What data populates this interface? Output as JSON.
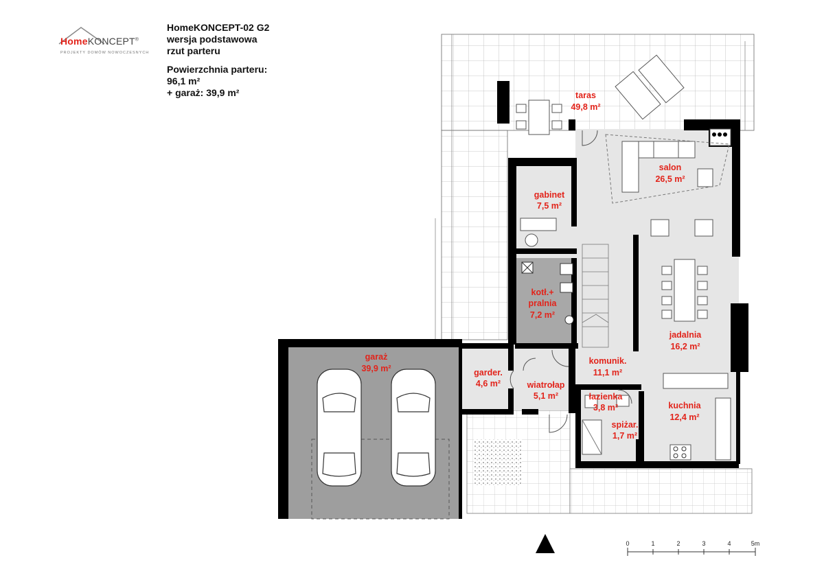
{
  "brand": {
    "home": "Home",
    "koncept": "KONCEPT",
    "registered": "®",
    "tagline": "PROJEKTY DOMÓW NOWOCZESNYCH"
  },
  "header": {
    "project": "HomeKONCEPT-02 G2",
    "version": "wersja podstawowa",
    "view": "rzut parteru",
    "area_label": "Powierzchnia parteru:",
    "area_value": "96,1 m²",
    "garage_area": "+ garaż: 39,9 m²"
  },
  "rooms": {
    "taras": {
      "name": "taras",
      "area": "49,8 m²"
    },
    "salon": {
      "name": "salon",
      "area": "26,5 m²"
    },
    "gabinet": {
      "name": "gabinet",
      "area": "7,5 m²"
    },
    "kotl": {
      "name": "kotł.+",
      "name2": "pralnia",
      "area": "7,2 m²"
    },
    "jadalnia": {
      "name": "jadalnia",
      "area": "16,2 m²"
    },
    "garaz": {
      "name": "garaż",
      "area": "39,9 m²"
    },
    "garder": {
      "name": "garder.",
      "area": "4,6 m²"
    },
    "wiatrolap": {
      "name": "wiatrołap",
      "area": "5,1 m²"
    },
    "komunik": {
      "name": "komunik.",
      "area": "11,1 m²"
    },
    "lazienka": {
      "name": "łazienka",
      "area": "3,8 m²"
    },
    "kuchnia": {
      "name": "kuchnia",
      "area": "12,4 m²"
    },
    "spizar": {
      "name": "spiżar.",
      "area": "1,7 m²"
    }
  },
  "scale": {
    "labels": [
      "0",
      "1",
      "2",
      "3",
      "4",
      "5m"
    ]
  },
  "colors": {
    "accent": "#e2231a",
    "wall": "#000000",
    "floor": "#e2e2e2",
    "garage_floor": "#9e9e9e",
    "tech_room": "#a8a8a8",
    "grid": "#b8b8b8"
  }
}
